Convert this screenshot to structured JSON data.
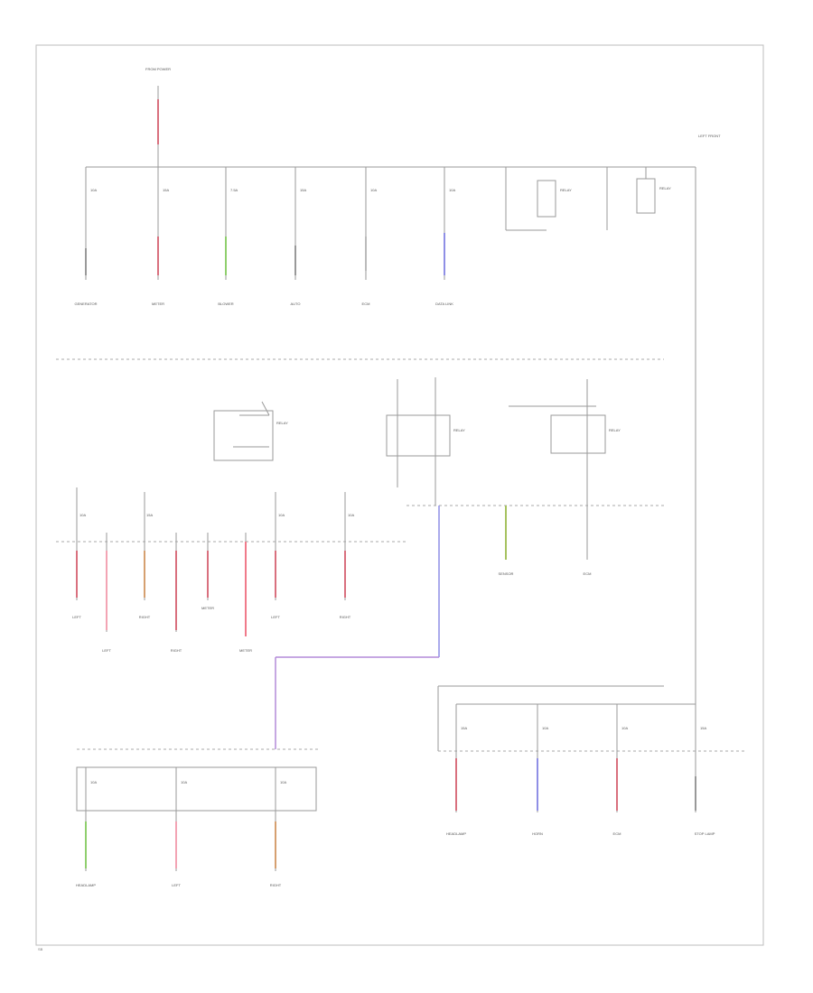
{
  "diagram": {
    "source_label": "FROM POWER",
    "corner_note": "LEFT FRONT",
    "colors": {
      "frame": "#b8b8b8",
      "wire": "#9a9a9a",
      "red": "#d9707e",
      "pink": "#f3a4b4",
      "green": "#8fcf6d",
      "blue": "#8f8fe6",
      "purple": "#b38ad9",
      "orange": "#d6a070",
      "yellow_green": "#a6c25f",
      "gray": "#999999"
    },
    "top_bus_branches": [
      "10A",
      "15A",
      "7.5A",
      "15A",
      "10A",
      "10A"
    ],
    "top_loads": [
      "GENERATOR",
      "METER",
      "BLOWER",
      "AUTO",
      "ECM",
      "DATA LINK"
    ],
    "relays": [
      "RELAY",
      "RELAY",
      "RELAY"
    ],
    "middle_fuses": [
      "10A",
      "15A",
      "10A",
      "10A"
    ],
    "middle_loads": [
      "LEFT",
      "LEFT",
      "RIGHT",
      "RIGHT",
      "METER",
      "METER",
      "LEFT",
      "RIGHT"
    ],
    "right_middle_load": "SENSOR",
    "right_middle_group": "ECM",
    "lower_right_fuses": [
      "15A",
      "10A",
      "10A",
      "15A"
    ],
    "lower_right_loads": [
      "HEADLAMP",
      "HORN",
      "ECM",
      "STOP LAMP"
    ],
    "lower_left_fuses": [
      "10A",
      "10A",
      "10A"
    ],
    "lower_left_loads": [
      "HEADLAMP",
      "LEFT",
      "RIGHT"
    ],
    "footer": "SB"
  }
}
